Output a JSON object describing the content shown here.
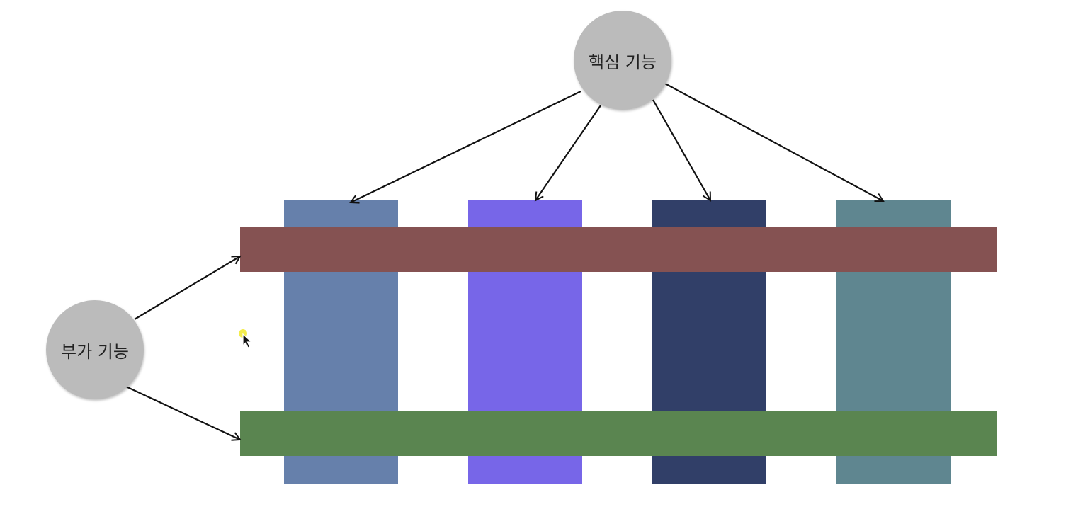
{
  "nodes": {
    "core": {
      "label": "핵심 기능"
    },
    "aux": {
      "label": "부가 기능"
    }
  },
  "colors": {
    "node_fill": "#bbbbbb",
    "columns": [
      "#6680ab",
      "#7766e8",
      "#313f68",
      "#5f8690"
    ],
    "top_bar": "#855252",
    "bottom_bar": "#5a8550",
    "arrow": "#111111",
    "cursor_highlight": "#f2ea3a"
  },
  "edges": [
    {
      "from": "core",
      "to": "column-1"
    },
    {
      "from": "core",
      "to": "column-2"
    },
    {
      "from": "core",
      "to": "column-3"
    },
    {
      "from": "core",
      "to": "column-4"
    },
    {
      "from": "aux",
      "to": "top-bar"
    },
    {
      "from": "aux",
      "to": "bottom-bar"
    }
  ]
}
